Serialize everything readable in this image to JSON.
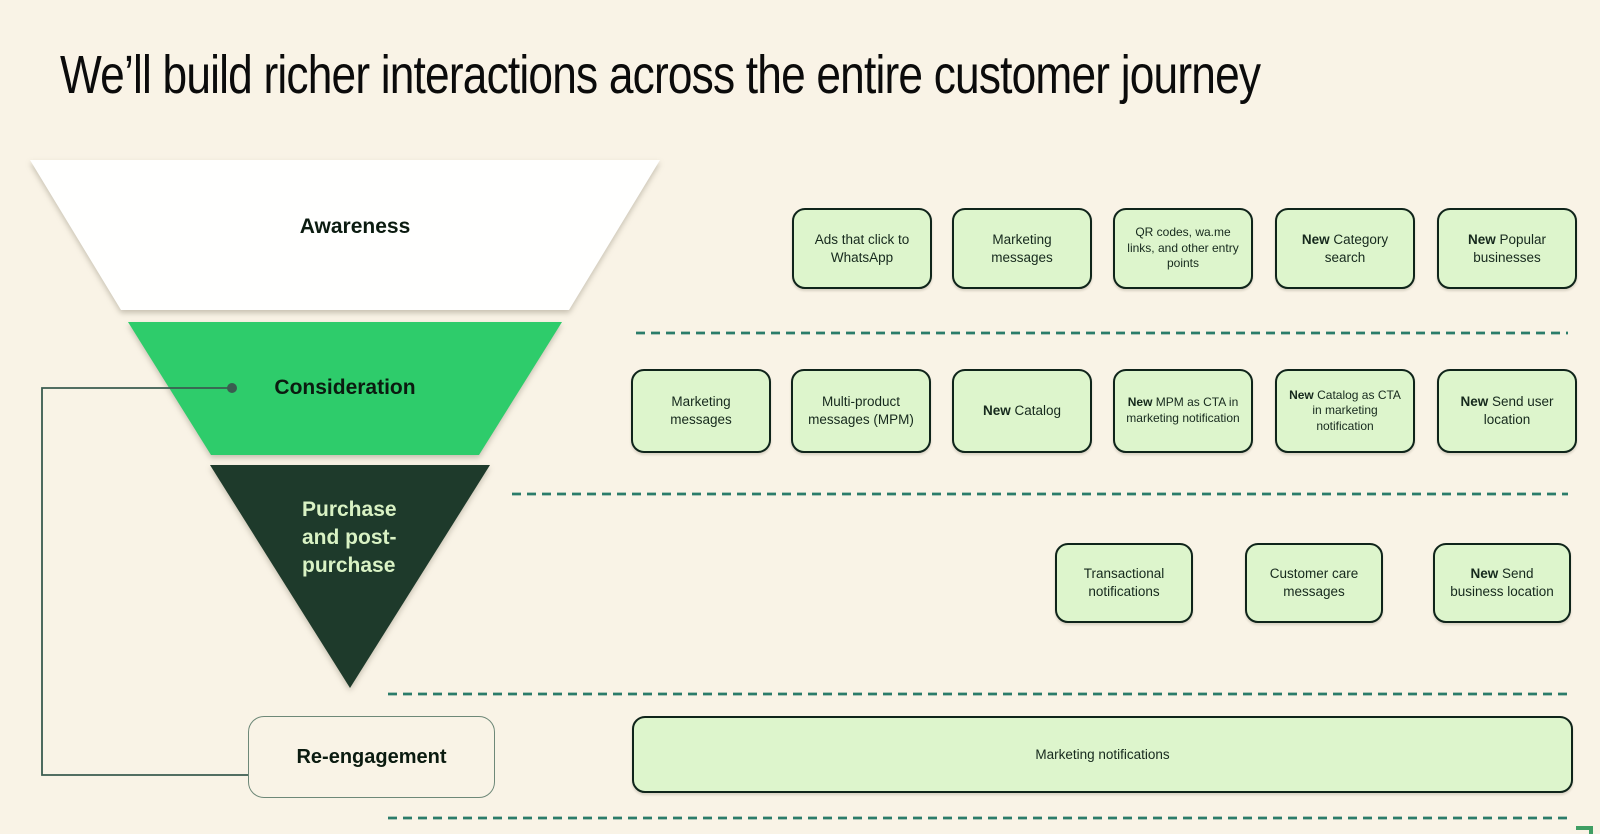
{
  "page": {
    "title": "We’ll build richer interactions across the entire customer journey"
  },
  "funnel": {
    "stages": [
      {
        "id": "awareness",
        "label": "Awareness"
      },
      {
        "id": "consideration",
        "label": "Consideration"
      },
      {
        "id": "purchase",
        "label": "Purchase and post-purchase",
        "lines": [
          "Purchase",
          "and post-",
          "purchase"
        ]
      },
      {
        "id": "reengagement",
        "label": "Re-engagement"
      }
    ]
  },
  "rows": [
    {
      "stage": "awareness",
      "items": [
        {
          "text": "Ads that click to WhatsApp"
        },
        {
          "text": "Marketing messages"
        },
        {
          "text": "QR codes, wa.me links, and other entry points"
        },
        {
          "prefix": "New",
          "text": "Category search"
        },
        {
          "prefix": "New",
          "text": "Popular businesses"
        }
      ]
    },
    {
      "stage": "consideration",
      "items": [
        {
          "text": "Marketing messages"
        },
        {
          "text": "Multi-product messages (MPM)"
        },
        {
          "prefix": "New",
          "text": "Catalog"
        },
        {
          "prefix": "New",
          "text": "MPM as CTA in marketing notification"
        },
        {
          "prefix": "New",
          "text": "Catalog as CTA in marketing notification"
        },
        {
          "prefix": "New",
          "text": "Send user location"
        }
      ]
    },
    {
      "stage": "purchase",
      "items": [
        {
          "text": "Transactional notifications"
        },
        {
          "text": "Customer care messages"
        },
        {
          "prefix": "New",
          "text": "Send business location"
        }
      ]
    },
    {
      "stage": "reengagement",
      "items": [
        {
          "text": "Marketing notifications"
        }
      ]
    }
  ],
  "colors": {
    "background": "#f9f3e6",
    "funnel_white": "#fffffe",
    "funnel_green": "#2ecc6b",
    "funnel_dark": "#1e3a2b",
    "purchase_text": "#d9f2c4",
    "stage_text": "#0b1b10",
    "title_text": "#0b0b0b",
    "box_fill": "#ddf5cc",
    "box_border": "#0f241a",
    "box_text": "#16291d",
    "dash": "#2b7c6a",
    "connector": "#3a5c50",
    "reengage_border": "#6e8878",
    "corner_mark": "#3f9e63"
  }
}
